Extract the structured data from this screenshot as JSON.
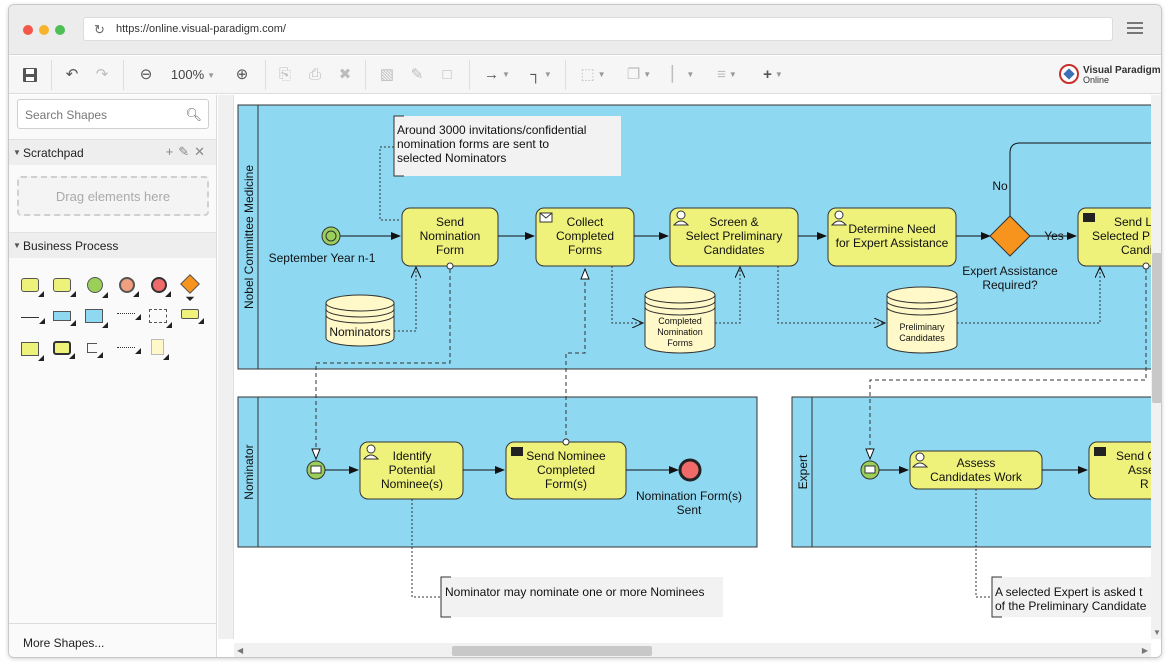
{
  "browser": {
    "url": "https://online.visual-paradigm.com/"
  },
  "toolbar": {
    "zoom": "100%"
  },
  "logo": {
    "line1": "Visual Paradigm",
    "line2": "Online"
  },
  "sidebar": {
    "search_placeholder": "Search Shapes",
    "scratchpad_label": "Scratchpad",
    "dropzone_text": "Drag elements here",
    "business_process_label": "Business Process",
    "more_shapes": "More Shapes..."
  },
  "diagram": {
    "pools": {
      "nobel": "Nobel Committee Medicine",
      "nominator": "Nominator",
      "expert": "Expert"
    },
    "annotations": {
      "invitations": [
        "Around 3000 invitations/confidential",
        "nomination forms are sent to",
        "selected Nominators"
      ],
      "nominator_note": "Nominator may nominate one or more Nominees",
      "expert_note": [
        "A selected Expert is asked t",
        "of the Preliminary Candidate"
      ]
    },
    "start_event": [
      "September Year n-1"
    ],
    "tasks": {
      "send_nomination": [
        "Send",
        "Nomination",
        "Form"
      ],
      "collect": [
        "Collect",
        "Completed",
        "Forms"
      ],
      "screen": [
        "Screen &",
        "Select  Preliminary",
        "Candidates"
      ],
      "determine": [
        "Determine Need",
        "for Expert Assistance"
      ],
      "send_list": [
        "Send L",
        "Selected P",
        "Candi"
      ],
      "identify": [
        "Identify",
        "Potential",
        "Nominee(s)"
      ],
      "send_nominee": [
        "Send Nominee",
        "Completed",
        "Form(s)"
      ],
      "assess": [
        "Assess",
        "Candidates Work"
      ],
      "send_expert": [
        "Send C",
        "Asse",
        "R"
      ]
    },
    "data_stores": {
      "nominators": "Nominators",
      "completed": [
        "Completed",
        "Nomination",
        "Forms"
      ],
      "preliminary": [
        "Preliminary",
        "Candidates"
      ]
    },
    "gateway": {
      "label": [
        "Expert Assistance",
        "Required?"
      ],
      "no": "No",
      "yes": "Yes"
    },
    "end_event": [
      "Nomination Form(s)",
      "Sent"
    ]
  },
  "colors": {
    "pool_fill": "#8fd8f2",
    "task_fill": "#eef27a",
    "gateway": "#f7941d",
    "end_event": "#f06a6a",
    "start_event": "#9ad05a"
  }
}
